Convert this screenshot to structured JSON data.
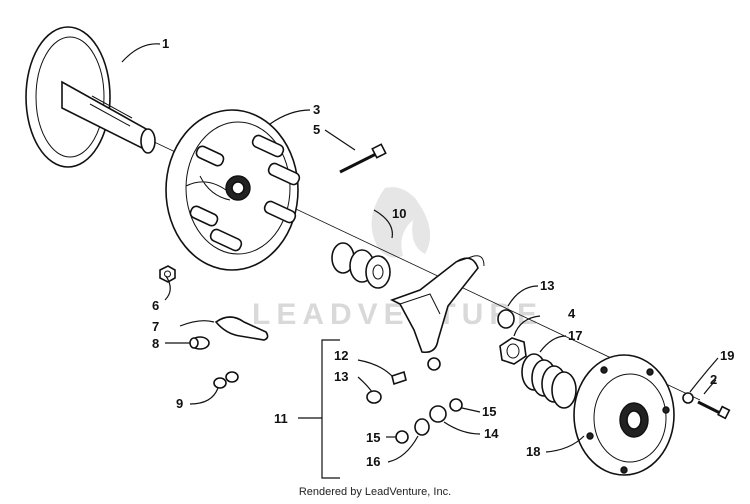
{
  "watermark": "LEADVENTURE",
  "credit": "Rendered by LeadVenture, Inc.",
  "callouts": [
    "1",
    "2",
    "3",
    "4",
    "5",
    "6",
    "7",
    "8",
    "9",
    "10",
    "11",
    "12",
    "13",
    "13",
    "14",
    "15",
    "15",
    "16",
    "17",
    "18",
    "19"
  ]
}
